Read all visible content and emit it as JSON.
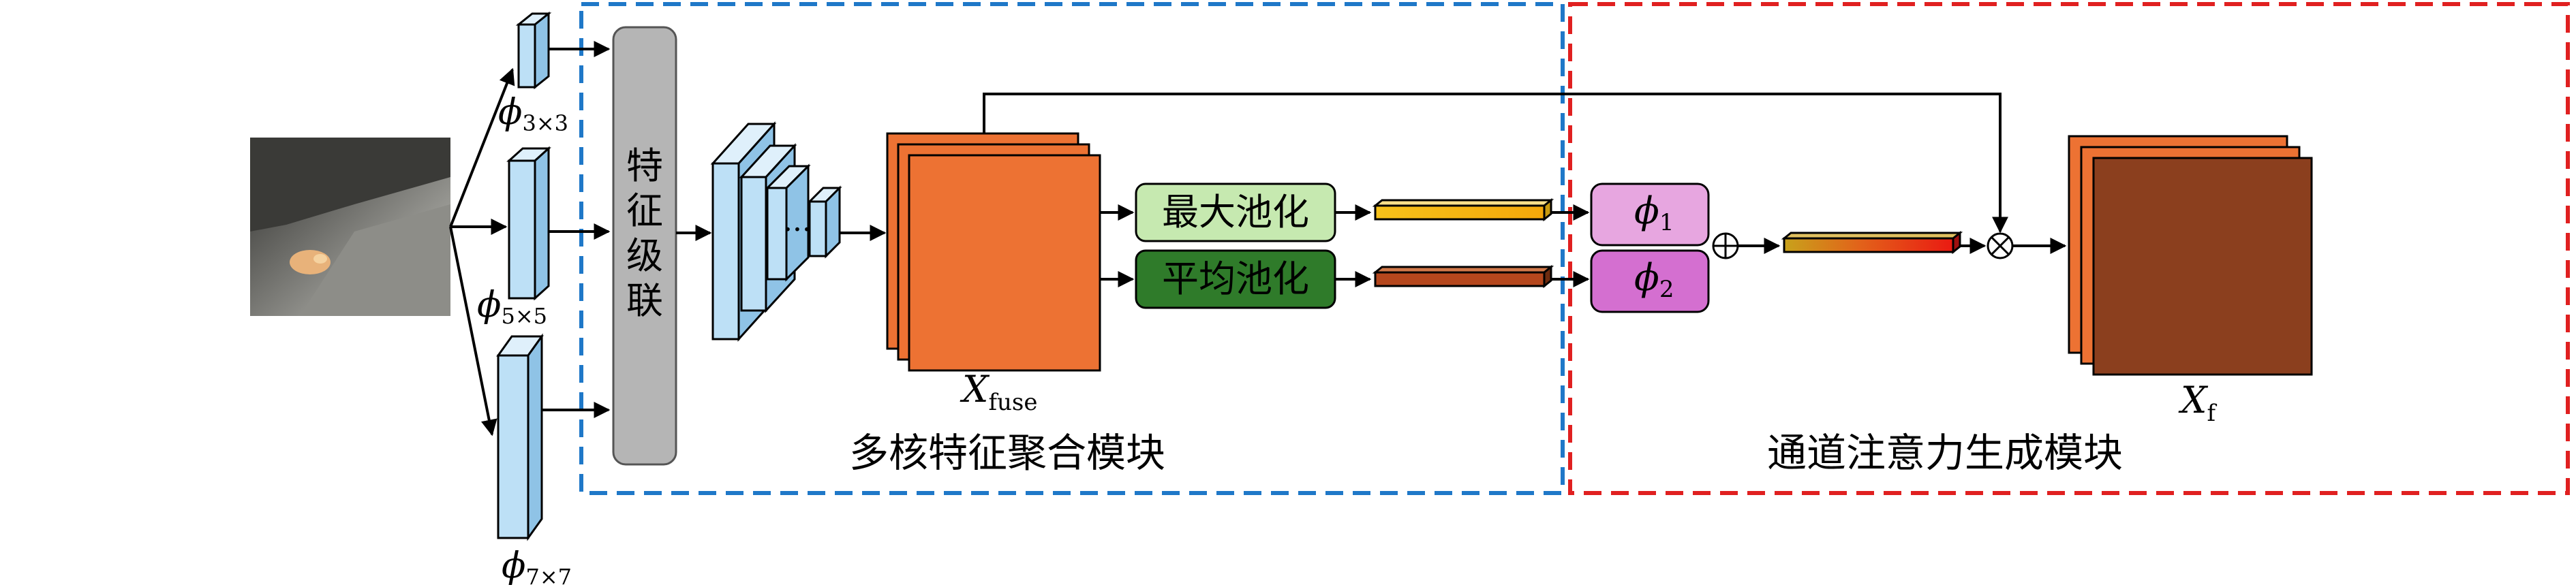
{
  "branches": {
    "phi_symbol": "ϕ",
    "k3_sub": "3×3",
    "k5_sub": "5×5",
    "k7_sub": "7×7"
  },
  "concat_label_chars": [
    "特",
    "征",
    "级",
    "联"
  ],
  "ellipsis": "···",
  "pooling": {
    "max_label": "最大池化",
    "avg_label": "平均池化"
  },
  "phi_boxes": {
    "phi_symbol": "ϕ",
    "sub1": "1",
    "sub2": "2"
  },
  "x_fuse": {
    "base": "X",
    "sub": "fuse"
  },
  "x_f": {
    "base": "X",
    "sub": "f"
  },
  "module_titles": {
    "multi_kernel": "多核特征聚合模块",
    "channel_attention": "通道注意力生成模块"
  },
  "colors": {
    "blue_dash": "#1f78c8",
    "red_dash": "#e02020",
    "orange": "#ed7233",
    "dark_brown": "#8b3f1e",
    "light_green": "#c6e9b0",
    "dark_green": "#2f7b2a",
    "light_violet": "#e7a6e0",
    "violet": "#d46fd0",
    "light_blue": "#bde0f6",
    "gray": "#b5b5b5"
  }
}
